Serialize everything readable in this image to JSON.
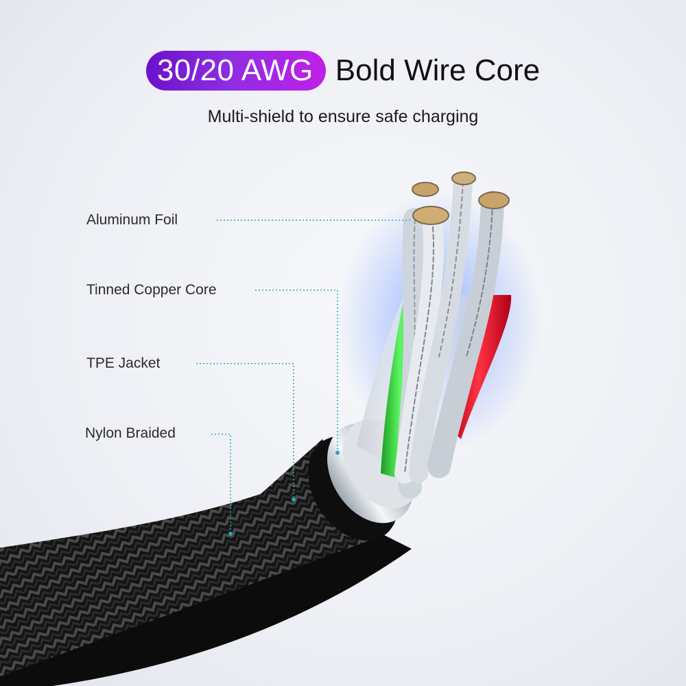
{
  "header": {
    "badge": "30/20 AWG",
    "title": "Bold Wire Core",
    "subtitle": "Multi-shield to ensure safe charging"
  },
  "labels": {
    "aluminum_foil": "Aluminum Foil",
    "tinned_copper_core": "Tinned Copper Core",
    "tpe_jacket": "TPE Jacket",
    "nylon_braided": "Nylon Braided"
  },
  "colors": {
    "badge_gradient_start": "#6a11cb",
    "badge_gradient_end": "#c020e8",
    "leader_line": "#2aa6b8",
    "wire_green": "#2fcf3a",
    "wire_red": "#e01020",
    "braid": "#1b1b1b"
  }
}
